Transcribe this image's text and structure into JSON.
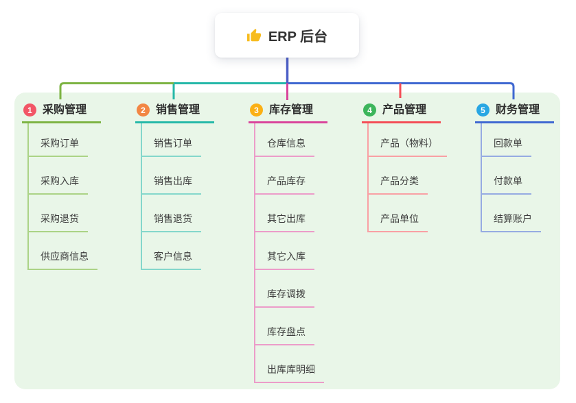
{
  "root": {
    "title": "ERP 后台",
    "icon": "thumbs-up-icon"
  },
  "branches": [
    {
      "index": "1",
      "label": "采购管理",
      "badge_color": "#f25666",
      "line_color": "#7db343",
      "child_line_color": "#abd386",
      "children": [
        "采购订单",
        "采购入库",
        "采购退货",
        "供应商信息"
      ]
    },
    {
      "index": "2",
      "label": "销售管理",
      "badge_color": "#f28643",
      "line_color": "#25b8a8",
      "child_line_color": "#84d7cb",
      "children": [
        "销售订单",
        "销售出库",
        "销售退货",
        "客户信息"
      ]
    },
    {
      "index": "3",
      "label": "库存管理",
      "badge_color": "#fbb014",
      "line_color": "#d9449b",
      "child_line_color": "#ec9cc9",
      "children": [
        "仓库信息",
        "产品库存",
        "其它出库",
        "其它入库",
        "库存调拨",
        "库存盘点",
        "出库库明细"
      ]
    },
    {
      "index": "4",
      "label": "产品管理",
      "badge_color": "#3cb55b",
      "line_color": "#f44d56",
      "child_line_color": "#f9a0a4",
      "children": [
        "产品（物料）",
        "产品分类",
        "产品单位"
      ]
    },
    {
      "index": "5",
      "label": "财务管理",
      "badge_color": "#28a6e3",
      "line_color": "#3f68d1",
      "child_line_color": "#96abe2",
      "children": [
        "回款单",
        "付款单",
        "结算账户"
      ]
    }
  ],
  "colors": {
    "background": "#ffffff",
    "panel": "#e9f6e8",
    "trunk_stem": "#4d5fc7",
    "root_text": "#333333"
  }
}
